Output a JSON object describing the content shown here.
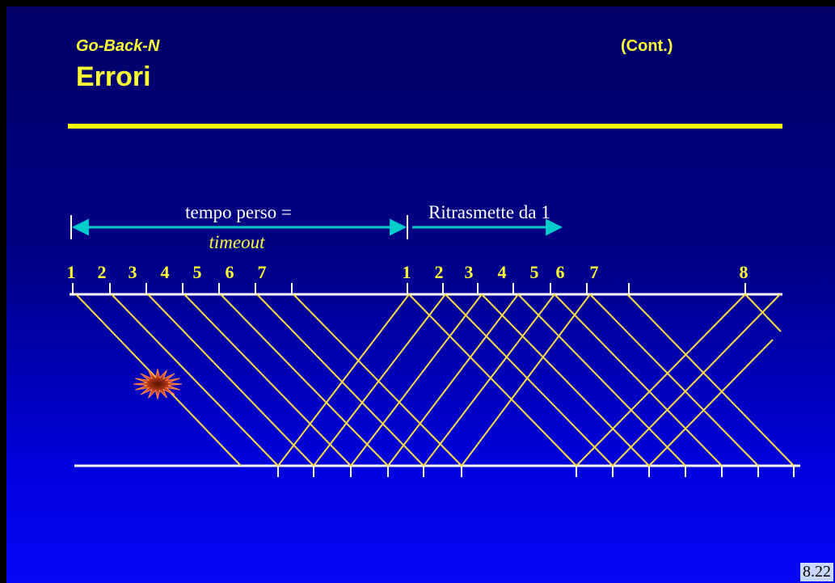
{
  "header": {
    "subtitle_left": "Go-Back-N",
    "subtitle_right": "(Cont.)",
    "title": "Errori"
  },
  "diagram": {
    "lost_label": "tempo perso =",
    "timeout_label": "timeout",
    "retransmit_label": "Ritrasmette da 1",
    "first_window_numbers": [
      "1",
      "2",
      "3",
      "4",
      "5",
      "6",
      "7"
    ],
    "second_window_numbers": [
      "1",
      "2",
      "3",
      "4",
      "5",
      "6",
      "7"
    ],
    "final_number": "8",
    "colors": {
      "lines": "#ffdd44",
      "numbers": "#ffff33",
      "arrows": "#00cccc",
      "timeline": "#ffffff"
    },
    "error_icon": "explosion-icon"
  },
  "footer": {
    "page_number": "8.22"
  }
}
